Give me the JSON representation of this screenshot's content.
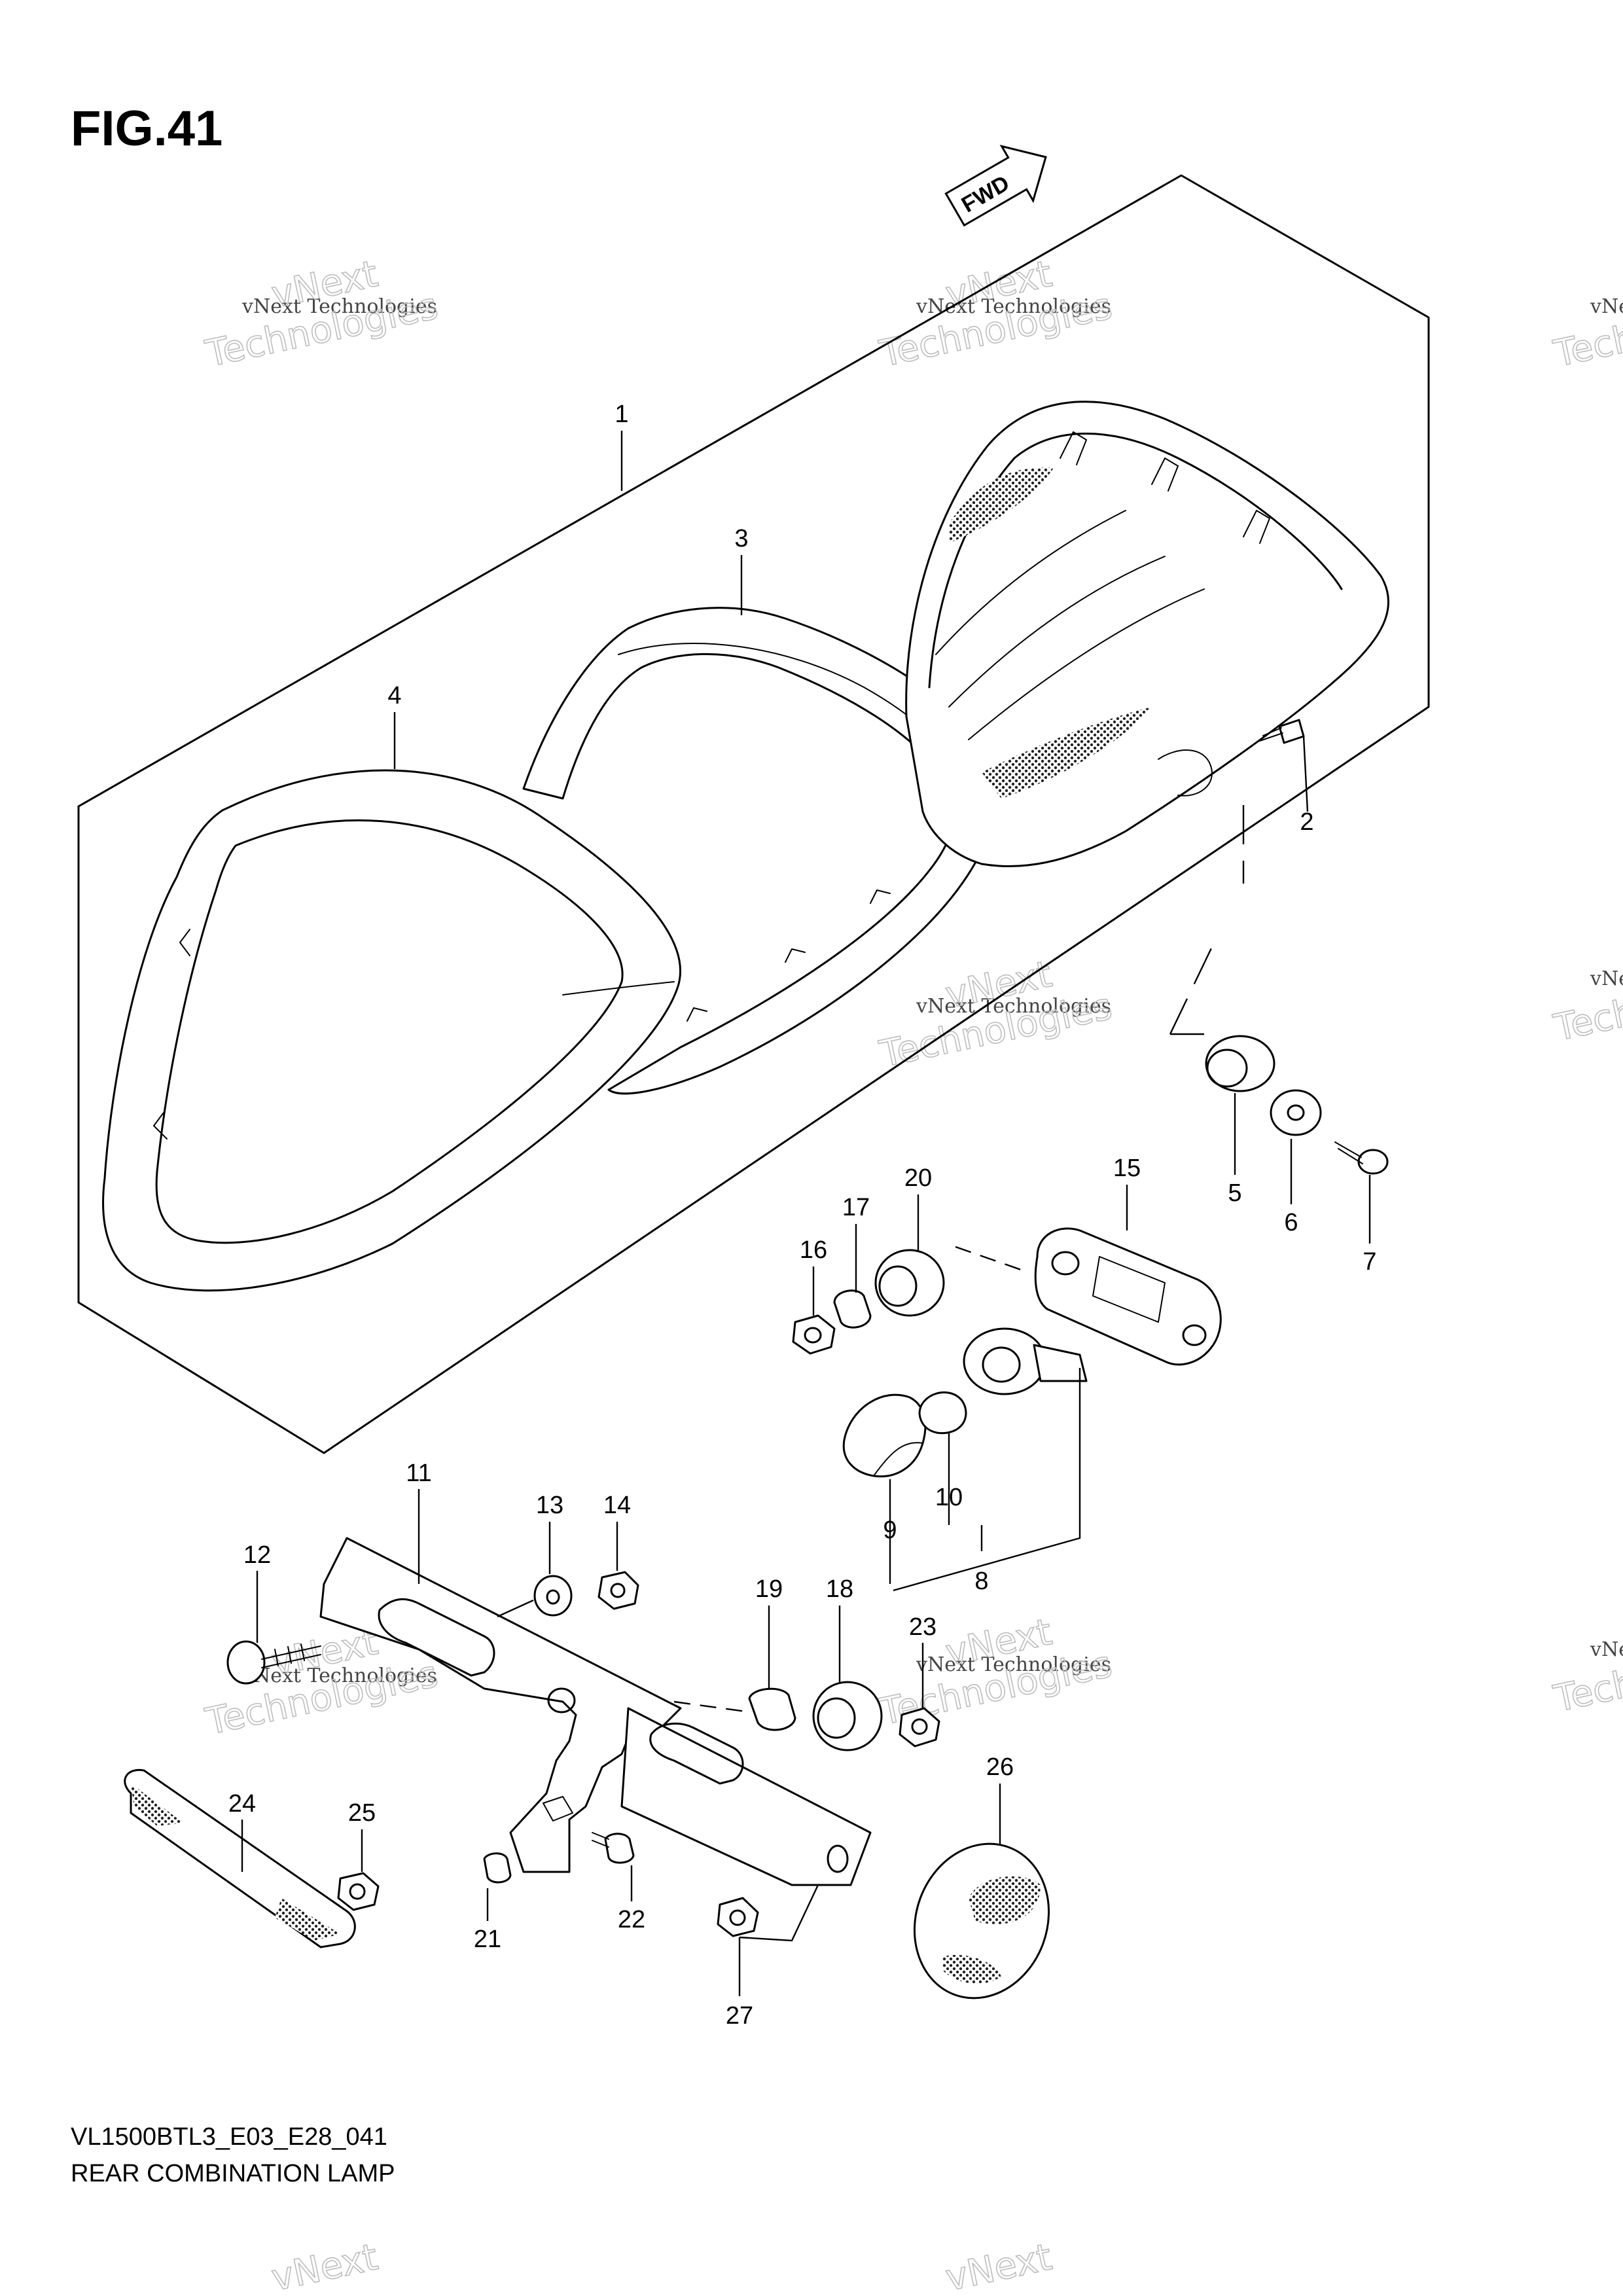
{
  "figure": {
    "title": "FIG.41",
    "fwd_label": "FWD"
  },
  "watermark": {
    "line1": "vNext Technologies",
    "line2": "vNext",
    "line3": "Technologies"
  },
  "callouts": [
    "1",
    "2",
    "3",
    "4",
    "5",
    "6",
    "7",
    "8",
    "9",
    "10",
    "11",
    "12",
    "13",
    "14",
    "15",
    "16",
    "17",
    "18",
    "19",
    "20",
    "21",
    "22",
    "23",
    "24",
    "25",
    "26",
    "27"
  ],
  "footer": {
    "model_code": "VL1500BTL3_E03_E28_041",
    "caption": "REAR COMBINATION LAMP"
  }
}
